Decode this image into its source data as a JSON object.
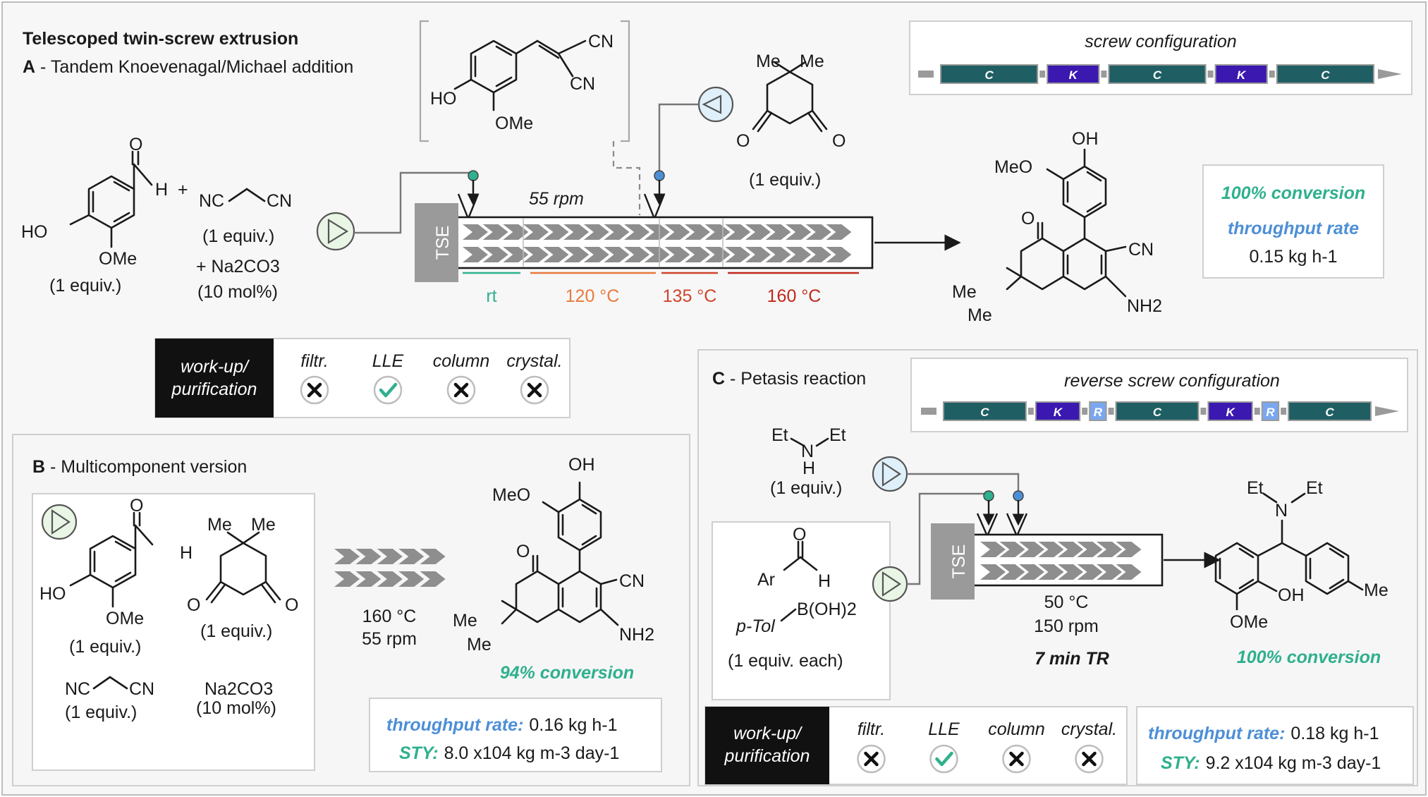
{
  "colors": {
    "teal": "#2fb08e",
    "blue": "#4d8fd6",
    "screw_c": "#1f5f63",
    "screw_k": "#3b18b0",
    "screw_r": "#7aa7ef",
    "tse": "#9a9a9a",
    "rt": "#2fb08e",
    "t120": "#e87a3d",
    "t135": "#d0452a",
    "t160": "#c0281c",
    "panel": "#f6f6f6"
  },
  "panel_a": {
    "title": "Telescoped twin-screw extrusion",
    "letter": "A",
    "subtitle": " - Tandem Knoevenagal/Michael addition",
    "reagent_aldehyde_equiv": "(1 equiv.)",
    "plus": "+",
    "malononitrile_equiv": "(1 equiv.)",
    "base": "+ Na2CO3",
    "base_loading": "(10 mol%)",
    "dimedone_equiv": "(1 equiv.)",
    "rpm": "55 rpm",
    "tse": "TSE",
    "zones": [
      "rt",
      "120 °C",
      "135 °C",
      "160 °C"
    ],
    "screw_title": "screw configuration",
    "screw_segments": [
      "C",
      "K",
      "C",
      "K",
      "C"
    ],
    "conversion": "100% conversion",
    "throughput_label": "throughput rate",
    "throughput_value": "0.15  kg h-1",
    "workup_label_1": "work-up/",
    "workup_label_2": "purification",
    "workup_cols": [
      {
        "name": "filtr.",
        "ok": false
      },
      {
        "name": "LLE",
        "ok": true
      },
      {
        "name": "column",
        "ok": false
      },
      {
        "name": "crystal.",
        "ok": false
      }
    ]
  },
  "panel_b": {
    "letter": "B",
    "subtitle": " - Multicomponent version",
    "aldehyde_equiv": "(1 equiv.)",
    "dimedone_equiv": "(1 equiv.)",
    "malononitrile_equiv": "(1 equiv.)",
    "base": "Na2CO3",
    "base_loading": "(10 mol%)",
    "temp": "160 °C",
    "rpm": "55 rpm",
    "conversion": "94% conversion",
    "throughput_label": "throughput rate:",
    "throughput_value": "0.16  kg h-1",
    "sty_label": "STY:",
    "sty_value": "8.0 x104 kg m-3 day-1"
  },
  "panel_c": {
    "letter": "C",
    "subtitle": " - Petasis reaction",
    "screw_title": "reverse screw configuration",
    "screw_segments": [
      "C",
      "K",
      "R",
      "C",
      "K",
      "R",
      "C"
    ],
    "amine_equiv": "(1 equiv.)",
    "reagents_equiv": "(1 equiv. each)",
    "tse": "TSE",
    "temp": "50 °C",
    "rpm": "150 rpm",
    "residence": "7 min TR",
    "conversion": "100% conversion",
    "throughput_label": "throughput rate:",
    "throughput_value": "0.18  kg h-1",
    "sty_label": "STY:",
    "sty_value": "9.2 x104 kg m-3 day-1",
    "workup_label_1": "work-up/",
    "workup_label_2": "purification",
    "workup_cols": [
      {
        "name": "filtr.",
        "ok": false
      },
      {
        "name": "LLE",
        "ok": true
      },
      {
        "name": "column",
        "ok": false
      },
      {
        "name": "crystal.",
        "ok": false
      }
    ]
  },
  "atoms": {
    "O": "O",
    "H": "H",
    "HO": "HO",
    "OMe": "OMe",
    "OH": "OH",
    "MeO": "MeO",
    "CN": "CN",
    "NC": "NC",
    "NH2": "NH2",
    "Me": "Me",
    "Et": "Et",
    "N": "N",
    "Ar": "Ar",
    "pTol": "p-Tol",
    "BOH2": "B(OH)2"
  }
}
